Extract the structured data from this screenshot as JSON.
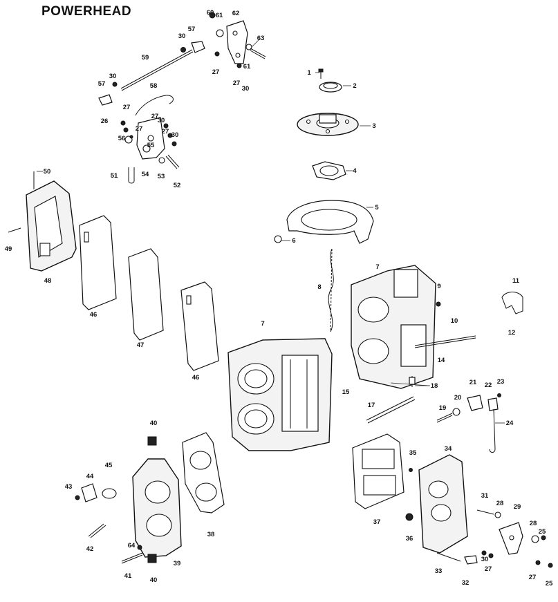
{
  "title": "POWERHEAD",
  "parts": [
    {
      "n": "1"
    },
    {
      "n": "2"
    },
    {
      "n": "3"
    },
    {
      "n": "4"
    },
    {
      "n": "5"
    },
    {
      "n": "6"
    },
    {
      "n": "7"
    },
    {
      "n": "7"
    },
    {
      "n": "8"
    },
    {
      "n": "9"
    },
    {
      "n": "10"
    },
    {
      "n": "11"
    },
    {
      "n": "12"
    },
    {
      "n": "14"
    },
    {
      "n": "15"
    },
    {
      "n": "17"
    },
    {
      "n": "18"
    },
    {
      "n": "19"
    },
    {
      "n": "20"
    },
    {
      "n": "21"
    },
    {
      "n": "22"
    },
    {
      "n": "23"
    },
    {
      "n": "24"
    },
    {
      "n": "25"
    },
    {
      "n": "25"
    },
    {
      "n": "26"
    },
    {
      "n": "27"
    },
    {
      "n": "27"
    },
    {
      "n": "27"
    },
    {
      "n": "27"
    },
    {
      "n": "27"
    },
    {
      "n": "27"
    },
    {
      "n": "27"
    },
    {
      "n": "27"
    },
    {
      "n": "28"
    },
    {
      "n": "28"
    },
    {
      "n": "29"
    },
    {
      "n": "30"
    },
    {
      "n": "30"
    },
    {
      "n": "30"
    },
    {
      "n": "30"
    },
    {
      "n": "30"
    },
    {
      "n": "30"
    },
    {
      "n": "31"
    },
    {
      "n": "32"
    },
    {
      "n": "33"
    },
    {
      "n": "34"
    },
    {
      "n": "35"
    },
    {
      "n": "36"
    },
    {
      "n": "37"
    },
    {
      "n": "38"
    },
    {
      "n": "39"
    },
    {
      "n": "40"
    },
    {
      "n": "40"
    },
    {
      "n": "41"
    },
    {
      "n": "42"
    },
    {
      "n": "43"
    },
    {
      "n": "44"
    },
    {
      "n": "45"
    },
    {
      "n": "46"
    },
    {
      "n": "46"
    },
    {
      "n": "47"
    },
    {
      "n": "48"
    },
    {
      "n": "49"
    },
    {
      "n": "50"
    },
    {
      "n": "51"
    },
    {
      "n": "52"
    },
    {
      "n": "53"
    },
    {
      "n": "54"
    },
    {
      "n": "55"
    },
    {
      "n": "56"
    },
    {
      "n": "57"
    },
    {
      "n": "57"
    },
    {
      "n": "58"
    },
    {
      "n": "59"
    },
    {
      "n": "60"
    },
    {
      "n": "61"
    },
    {
      "n": "61"
    },
    {
      "n": "62"
    },
    {
      "n": "63"
    },
    {
      "n": "64"
    }
  ]
}
